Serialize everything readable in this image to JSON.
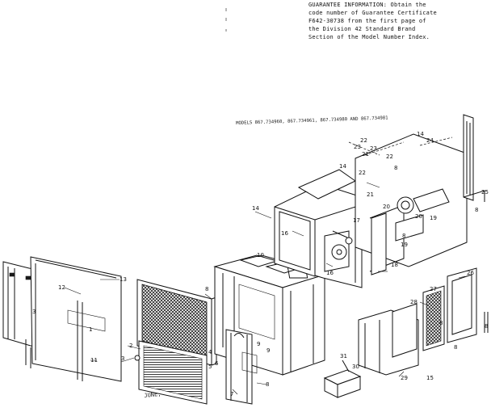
{
  "guarantee_note": {
    "lines": [
      "GUARANTEE INFORMATION: Obtain the",
      "code number of Guarantee Certificate",
      "F642-30738 from the first page of",
      "the Division 42 Standard Brand",
      "Section of the Model Number Index."
    ]
  },
  "models_line": "MODELS 867.734960, 867.734961, 867.734980 AND 867.734981",
  "date_stamp": "JUNE, 1975",
  "callouts": [
    {
      "text": "1"
    },
    {
      "text": "2"
    },
    {
      "text": "3"
    },
    {
      "text": "4"
    },
    {
      "text": "5"
    },
    {
      "text": "6"
    },
    {
      "text": "7"
    },
    {
      "text": "8"
    },
    {
      "text": "9"
    },
    {
      "text": "10"
    },
    {
      "text": "11"
    },
    {
      "text": "12"
    },
    {
      "text": "13"
    },
    {
      "text": "14"
    },
    {
      "text": "15"
    },
    {
      "text": "16"
    },
    {
      "text": "17"
    },
    {
      "text": "18"
    },
    {
      "text": "19"
    },
    {
      "text": "20"
    },
    {
      "text": "21"
    },
    {
      "text": "22"
    },
    {
      "text": "23"
    },
    {
      "text": "24"
    },
    {
      "text": "25"
    },
    {
      "text": "26"
    },
    {
      "text": "27"
    },
    {
      "text": "28"
    },
    {
      "text": "29"
    },
    {
      "text": "30"
    },
    {
      "text": "31"
    },
    {
      "text": "8"
    },
    {
      "text": "16"
    },
    {
      "text": "14"
    },
    {
      "text": "21"
    },
    {
      "text": "22"
    },
    {
      "text": "23"
    },
    {
      "text": "8"
    },
    {
      "text": "8"
    },
    {
      "text": "9"
    },
    {
      "text": "8"
    },
    {
      "text": "8"
    },
    {
      "text": "22"
    },
    {
      "text": "20"
    },
    {
      "text": "19"
    },
    {
      "text": "3"
    },
    {
      "text": "14"
    },
    {
      "text": "8"
    },
    {
      "text": "8"
    }
  ]
}
